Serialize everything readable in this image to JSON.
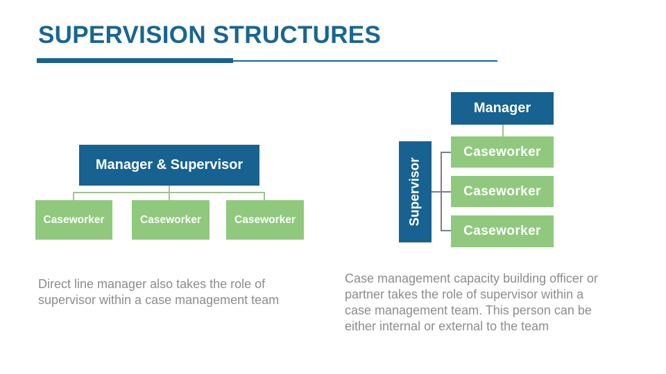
{
  "slide": {
    "title": "SUPERVISION STRUCTURES",
    "colors": {
      "teal": "#176290",
      "teal_text": "#1A6591",
      "green": "#90C97E",
      "line_green": "#A3C08F",
      "line_gray": "#74808C",
      "caption_gray": "#8C8C8C"
    }
  },
  "left_chart": {
    "root": "Manager & Supervisor",
    "children": [
      "Caseworker",
      "Caseworker",
      "Caseworker"
    ],
    "caption_lines": [
      "Direct line manager also takes the role of",
      "supervisor within a case management team"
    ]
  },
  "right_chart": {
    "root": "Manager",
    "supervisor": "Supervisor",
    "children": [
      "Caseworker",
      "Caseworker",
      "Caseworker"
    ],
    "caption_lines": [
      "Case management capacity building officer or",
      "partner takes the role of supervisor within a",
      "case management team. This person can be",
      "either internal or external to the team"
    ]
  }
}
